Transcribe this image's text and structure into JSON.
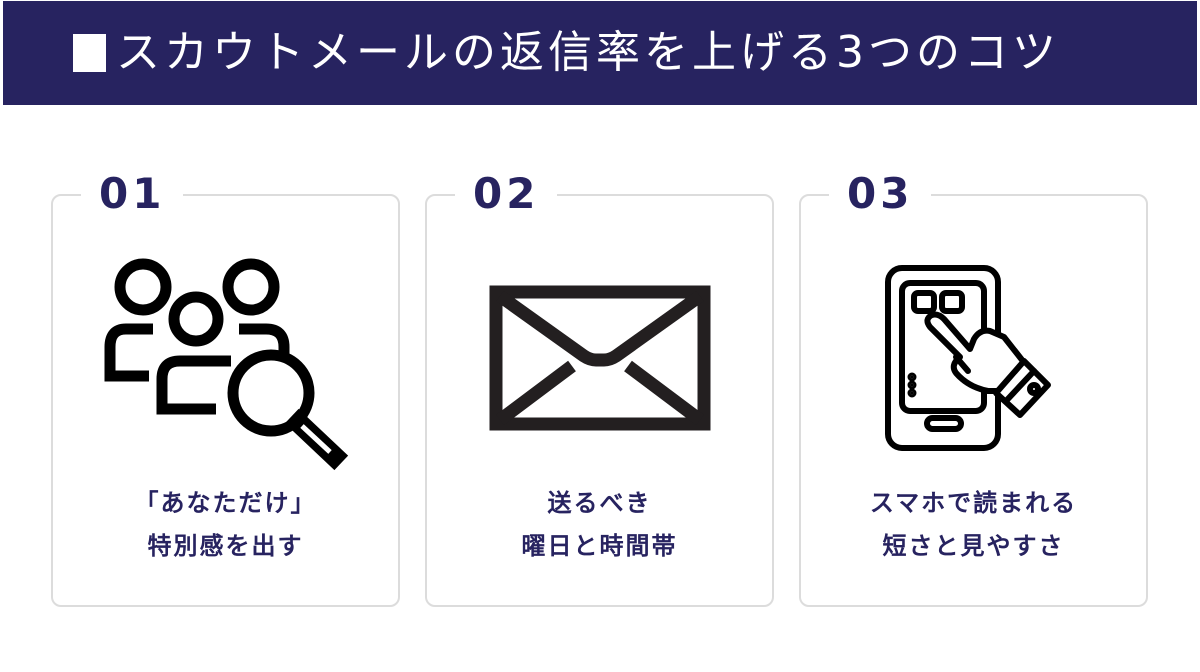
{
  "header": {
    "icon": "black-square",
    "title": "スカウトメールの返信率を上げる3つのコツ",
    "background": "#272360"
  },
  "cards": [
    {
      "number": "01",
      "icon": "people-search-icon",
      "line1": "「あなただけ」",
      "line2": "特別感を出す"
    },
    {
      "number": "02",
      "icon": "envelope-icon",
      "line1": "送るべき",
      "line2": "曜日と時間帯"
    },
    {
      "number": "03",
      "icon": "smartphone-tap-icon",
      "line1": "スマホで読まれる",
      "line2": "短さと見やすさ"
    }
  ],
  "colors": {
    "accent": "#272360",
    "card_border": "#dcdcdc",
    "icon": "#000000"
  }
}
